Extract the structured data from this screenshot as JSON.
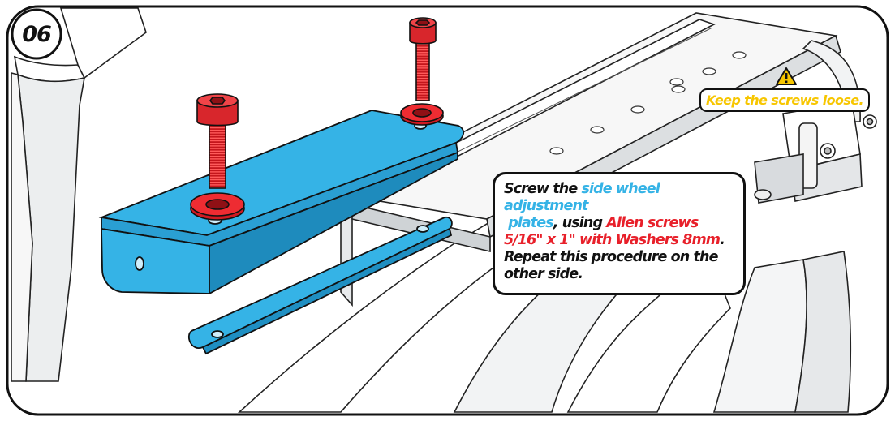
{
  "step": {
    "number": "06"
  },
  "warning": {
    "text": "Keep the screws loose.",
    "icon": "warning-triangle-icon"
  },
  "instruction": {
    "segments": [
      {
        "text": "Screw the ",
        "style": "plain"
      },
      {
        "text": "side wheel adjustment",
        "style": "part"
      },
      {
        "text": "\n ",
        "style": "plain"
      },
      {
        "text": "plates",
        "style": "part"
      },
      {
        "text": ", using ",
        "style": "plain"
      },
      {
        "text": "Allen screws",
        "style": "hardware"
      },
      {
        "text": "\n",
        "style": "plain"
      },
      {
        "text": "5/16\" x 1\" with Washers 8mm",
        "style": "hardware"
      },
      {
        "text": ".\nRepeat this procedure on the\nother side.",
        "style": "plain"
      }
    ]
  },
  "colors": {
    "part_highlight": "#35b3e6",
    "hardware_highlight": "#e8202a",
    "warning": "#f7c600",
    "outline": "#111111"
  }
}
